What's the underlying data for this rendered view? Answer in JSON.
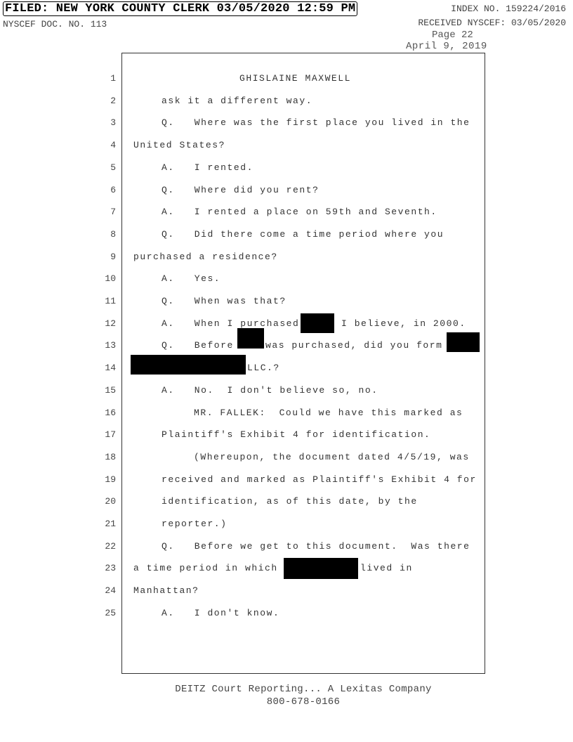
{
  "header": {
    "filed": "FILED: NEW YORK COUNTY CLERK 03/05/2020 12:59 PM",
    "index_no": "INDEX NO. 159224/2016",
    "doc_no": "NYSCEF DOC. NO. 113",
    "received": "RECEIVED NYSCEF: 03/05/2020",
    "page": "Page 22",
    "date": "April 9, 2019"
  },
  "lines": [
    {
      "num": "1",
      "text": "GHISLAINE MAXWELL"
    },
    {
      "num": "2",
      "text": "ask it a different way."
    },
    {
      "num": "3",
      "text": "Q.   Where was the first place you lived in the"
    },
    {
      "num": "4",
      "text": "United States?"
    },
    {
      "num": "5",
      "text": "A.   I rented."
    },
    {
      "num": "6",
      "text": "Q.   Where did you rent?"
    },
    {
      "num": "7",
      "text": "A.   I rented a place on 59th and Seventh."
    },
    {
      "num": "8",
      "text": "Q.   Did there come a time period where you"
    },
    {
      "num": "9",
      "text": "purchased a residence?"
    },
    {
      "num": "10",
      "text": "A.   Yes."
    },
    {
      "num": "11",
      "text": "Q.   When was that?"
    },
    {
      "num": "12",
      "text": "A.   When I purchased",
      "text2": "I believe, in 2000."
    },
    {
      "num": "13",
      "text": "Q.   Before",
      "text2": "was purchased, did you form"
    },
    {
      "num": "14",
      "text": "LLC.?"
    },
    {
      "num": "15",
      "text": "A.   No.  I don't believe so, no."
    },
    {
      "num": "16",
      "text": "MR. FALLEK:  Could we have this marked as"
    },
    {
      "num": "17",
      "text": "Plaintiff's Exhibit 4 for identification."
    },
    {
      "num": "18",
      "text": "(Whereupon, the document dated 4/5/19, was"
    },
    {
      "num": "19",
      "text": "received and marked as Plaintiff's Exhibit 4 for"
    },
    {
      "num": "20",
      "text": "identification, as of this date, by the"
    },
    {
      "num": "21",
      "text": "reporter.)"
    },
    {
      "num": "22",
      "text": "Q.   Before we get to this document.  Was there"
    },
    {
      "num": "23",
      "text": "a time period in which",
      "text2": "lived in"
    },
    {
      "num": "24",
      "text": "Manhattan?"
    },
    {
      "num": "25",
      "text": "A.   I don't know."
    }
  ],
  "footer": {
    "company": "DEITZ Court Reporting... A Lexitas Company",
    "phone": "800-678-0166"
  }
}
